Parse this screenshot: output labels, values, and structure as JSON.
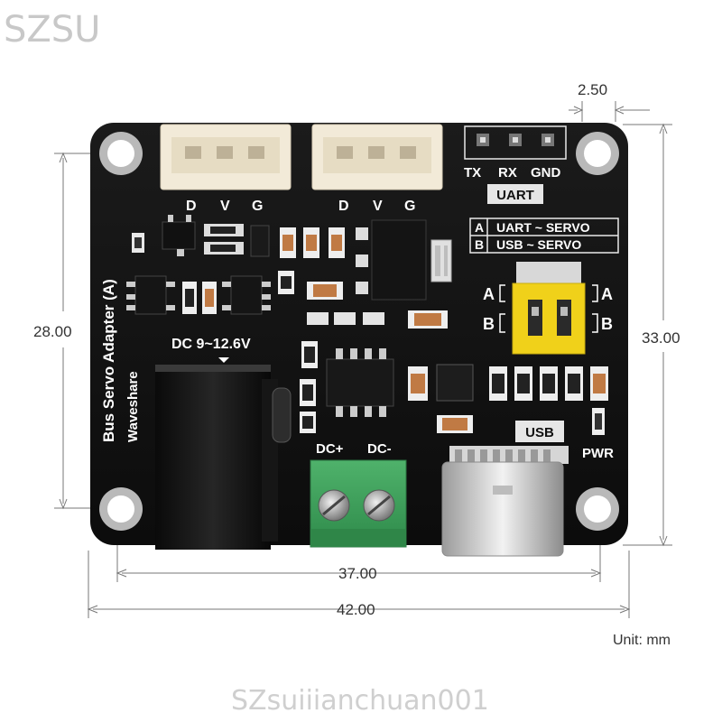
{
  "watermark_top": "SZSU",
  "watermark_bottom": "SZsuiiianchuan001",
  "board": {
    "title": "Bus Servo Adapter (A)",
    "brand": "Waveshare",
    "connector_pins": [
      "D",
      "V",
      "G"
    ],
    "uart_pins": [
      "TX",
      "RX",
      "GND"
    ],
    "uart_label": "UART",
    "mode_table": [
      {
        "key": "A",
        "text": "UART ~ SERVO"
      },
      {
        "key": "B",
        "text": "USB ~ SERVO"
      }
    ],
    "jumper_left": [
      "A",
      "B"
    ],
    "jumper_right": [
      "A",
      "B"
    ],
    "power_input_label": "DC 9~12.6V",
    "terminal_labels": [
      "DC+",
      "DC-"
    ],
    "usb_label": "USB",
    "pwr_label": "PWR"
  },
  "dimensions": {
    "pitch": "2.50",
    "height_holes": "28.00",
    "height_board": "33.00",
    "width_holes": "37.00",
    "width_board": "42.00",
    "unit": "Unit: mm"
  }
}
